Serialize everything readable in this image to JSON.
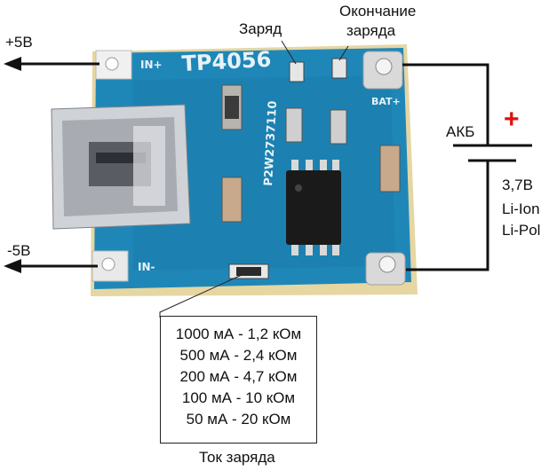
{
  "labels": {
    "plus5v": "+5В",
    "minus5v": "-5В",
    "charge": "Заряд",
    "end_charge_line1": "Окончание",
    "end_charge_line2": "заряда",
    "akb": "АКБ",
    "plus_sign": "+",
    "voltage": "3,7В",
    "chem1": "Li-Ion",
    "chem2": "Li-Pol",
    "current_title": "Ток заряда"
  },
  "board_text": {
    "chip_name": "TP4056",
    "in_plus": "IN+",
    "in_minus": "IN-",
    "bat_plus": "BAT+",
    "serial": "P2W2737110"
  },
  "resistor_table": [
    "1000 мА - 1,2 кОм",
    "500 мА - 2,4 кОм",
    "200 мА - 4,7 кОм",
    "100 мА - 10 кОм",
    "50 мА - 20 кОм"
  ],
  "colors": {
    "pcb": "#1f87b8",
    "pcb_edge": "#e8d8a0",
    "plus_sign": "#e01010",
    "wire": "#111111"
  }
}
